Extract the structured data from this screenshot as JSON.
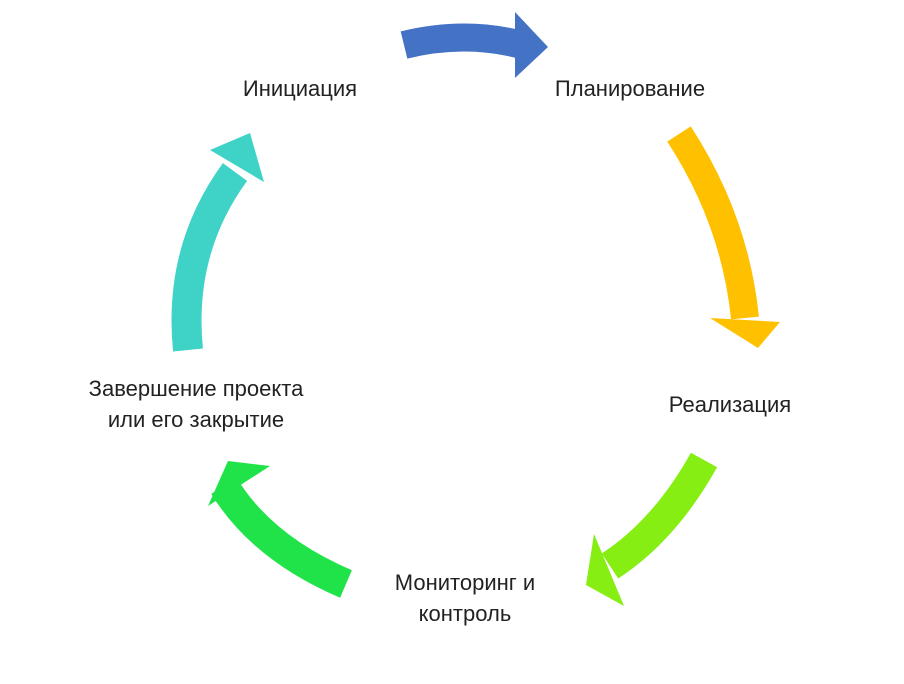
{
  "title": "Project lifecycle cycle diagram",
  "stages": [
    {
      "label": "Инициация",
      "color": "#4472C4"
    },
    {
      "label": "Планирование",
      "color": "#FFC000"
    },
    {
      "label": "Реализация",
      "color": "#86EE12"
    },
    {
      "label_line1": "Мониторинг и",
      "label_line2": "контроль",
      "color": "#20E34A"
    },
    {
      "label_line1": "Завершение проекта",
      "label_line2": "или его закрытие",
      "color": "#3ED3C6"
    }
  ]
}
